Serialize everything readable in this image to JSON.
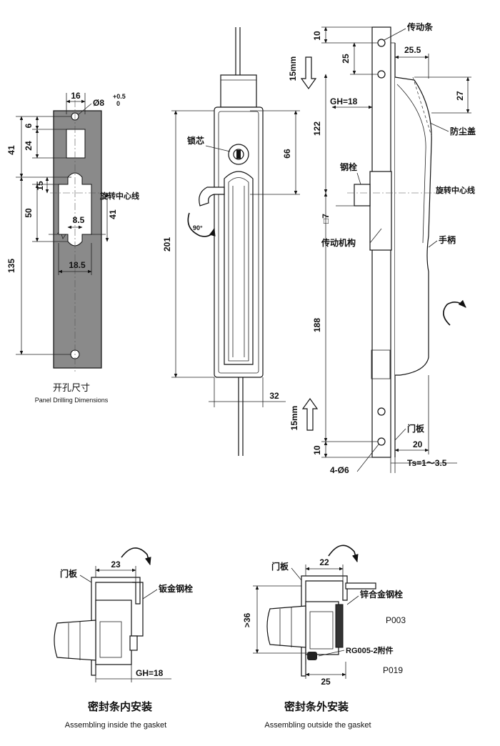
{
  "panel_drilling": {
    "title_cn": "开孔尺寸",
    "title_en": "Panel Drilling Dimensions",
    "dims": {
      "width": "16",
      "hole": "Ø8",
      "hole_tol_upper": "+0.5",
      "hole_tol_lower": "0",
      "d6": "6",
      "d24": "24",
      "d41_top": "41",
      "d15": "15",
      "d50": "50",
      "d41_right": "41",
      "d8_5": "8.5",
      "d18_5": "18.5",
      "d135": "135"
    },
    "rotation_center": "旋转中心线"
  },
  "front_view": {
    "lock_core": "锁芯",
    "dims": {
      "d66": "66",
      "d201": "201",
      "d32": "32"
    },
    "rotation_angle": "90°"
  },
  "side_view": {
    "labels": {
      "drive_bar": "传动条",
      "dust_cover": "防尘盖",
      "steel_latch": "钢栓",
      "rotation_center": "旋转中心线",
      "square": "□7",
      "drive_mechanism": "传动机构",
      "handle": "手柄",
      "door_panel": "门板",
      "holes": "4-Ø6",
      "thickness": "Ts=1～3.5",
      "gh": "GH=18"
    },
    "dims": {
      "d10_top": "10",
      "d25": "25",
      "d25_5": "25.5",
      "d27": "27",
      "d122": "122",
      "d188": "188",
      "d20": "20",
      "d10_bottom": "10",
      "travel_top": "15mm",
      "travel_bottom": "15mm"
    }
  },
  "install_inside": {
    "door_panel": "门板",
    "latch": "钣金钢栓",
    "d23": "23",
    "gh": "GH=18",
    "title_cn": "密封条内安装",
    "title_en": "Assembling inside the gasket"
  },
  "install_outside": {
    "door_panel": "门板",
    "latch": "锌合金钢栓",
    "d22": "22",
    "d36": ">36",
    "d25": "25",
    "p003": "P003",
    "accessory": "RG005-2附件",
    "p019": "P019",
    "title_cn": "密封条外安装",
    "title_en": "Assembling outside the gasket"
  }
}
